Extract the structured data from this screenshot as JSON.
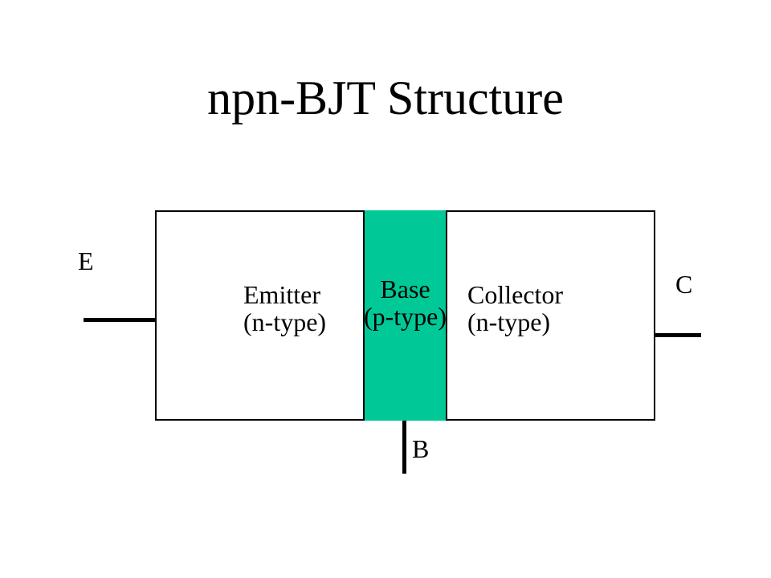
{
  "title": "npn-BJT Structure",
  "diagram": {
    "regions": [
      {
        "name": "Emitter",
        "doping": "(n-type)",
        "fill": "#FFFFFF"
      },
      {
        "name": "Base",
        "doping": "(p-type)",
        "fill": "#00C897"
      },
      {
        "name": "Collector",
        "doping": "(n-type)",
        "fill": "#FFFFFF"
      }
    ],
    "terminals": [
      {
        "label": "E",
        "connects_to": "Emitter"
      },
      {
        "label": "B",
        "connects_to": "Base"
      },
      {
        "label": "C",
        "connects_to": "Collector"
      }
    ],
    "colors": {
      "background": "#FFFFFF",
      "stroke": "#000000",
      "base_fill": "#00C897"
    }
  }
}
